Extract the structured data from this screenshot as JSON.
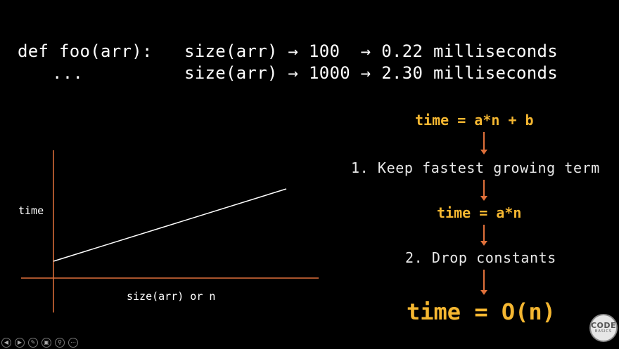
{
  "code": {
    "line1_def": "def foo(arr):",
    "line1_size": "size(arr) → 100  → 0.22 milliseconds",
    "line2_dots": "...",
    "line2_size": "size(arr) → 1000 → 2.30 milliseconds"
  },
  "derivation": {
    "eq1": "time = a*n + b",
    "step1": "1. Keep fastest growing term",
    "eq2": "time = a*n",
    "step2": "2. Drop constants",
    "eq3": "time = O(n)"
  },
  "graph": {
    "ylabel": "time",
    "xlabel": "size(arr) or n"
  },
  "logo": {
    "line1": "CODE",
    "line2": "BASICS"
  },
  "toolbar": {
    "icons": [
      "prev-icon",
      "next-icon",
      "pen-icon",
      "copy-icon",
      "zoom-icon",
      "more-icon"
    ],
    "glyphs": [
      "◀",
      "▶",
      "✎",
      "▣",
      "⚲",
      "⋯"
    ]
  },
  "colors": {
    "accent": "#f5b731",
    "line": "#e0703a",
    "background": "#000000"
  }
}
